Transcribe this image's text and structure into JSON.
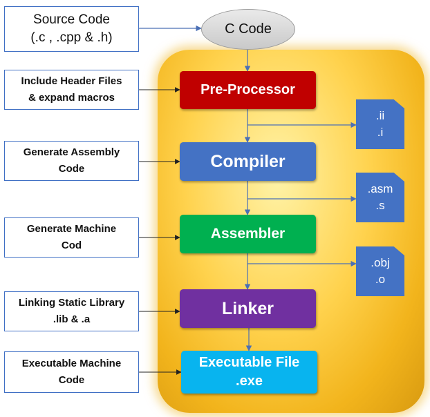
{
  "source": {
    "line1": "Source Code",
    "line2": "(.c , .cpp & .h)"
  },
  "c_code": "C Code",
  "notes": [
    {
      "line1": "Include Header Files",
      "line2": "& expand macros"
    },
    {
      "line1": "Generate Assembly",
      "line2": "Code"
    },
    {
      "line1": "Generate Machine",
      "line2": "Cod"
    },
    {
      "line1": "Linking Static Library",
      "line2": ".lib & .a"
    },
    {
      "line1": "Executable Machine",
      "line2": "Code"
    }
  ],
  "stages": [
    {
      "label": "Pre-Processor",
      "color": "#c00000"
    },
    {
      "label": "Compiler",
      "color": "#4472c4"
    },
    {
      "label": "Assembler",
      "color": "#00b050"
    },
    {
      "label": "Linker",
      "color": "#7030a0"
    }
  ],
  "executable": {
    "line1": "Executable File",
    "line2": ".exe",
    "color": "#08b4ef"
  },
  "files": [
    {
      "line1": ".ii",
      "line2": ".i"
    },
    {
      "line1": ".asm",
      "line2": ".s"
    },
    {
      "line1": ".obj",
      "line2": ".o"
    }
  ]
}
